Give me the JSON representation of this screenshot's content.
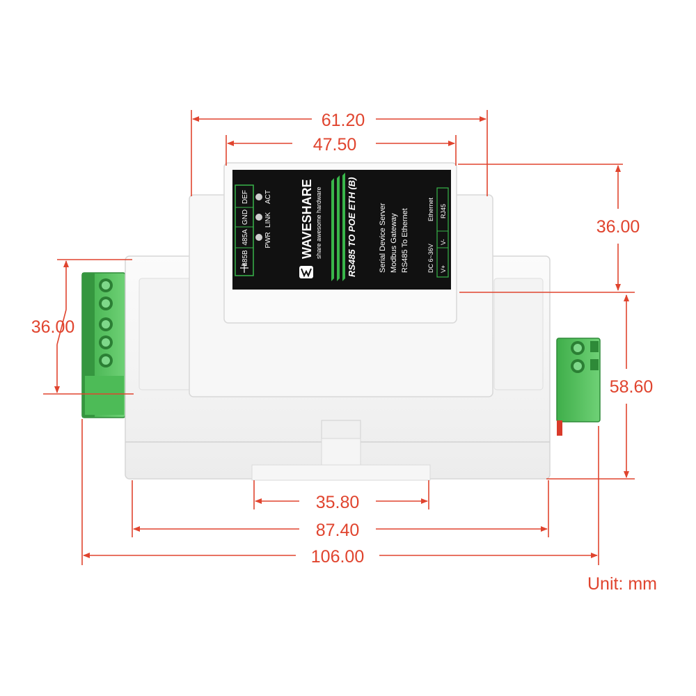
{
  "dimensions": {
    "top_total": "61.20",
    "top_inner": "47.50",
    "right_upper": "36.00",
    "left": "36.00",
    "right_lower": "58.60",
    "bottom_inner": "35.80",
    "bottom_mid": "87.40",
    "bottom_total": "106.00"
  },
  "unit": "Unit: mm",
  "accent_color": "#e0442e",
  "device": {
    "brand": "WAVESHARE",
    "tagline": "share awesome hardware",
    "model": "RS485 TO POE ETH (B)",
    "desc_lines": [
      "Serial Device Server",
      "Modbus Gateway",
      "RS485 To Ethernet"
    ],
    "power_label": "DC 6~36V",
    "vplus": "V+",
    "vminus": "V-",
    "ethernet": "Ethernet",
    "rj45": "RJ45",
    "pins": [
      "485B",
      "485A",
      "GND",
      "DEF"
    ],
    "leds": [
      "PWR",
      "LINK",
      "ACT"
    ]
  }
}
